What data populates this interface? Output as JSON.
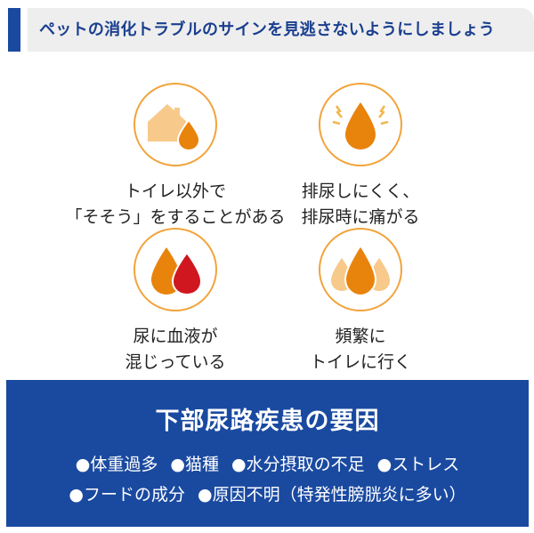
{
  "header": {
    "title": "ペットの消化トラブルのサインを見逃さないようにしましょう"
  },
  "signs": [
    {
      "icon": "house-drop-icon",
      "line1": "トイレ以外で",
      "line2": "「そそう」をすることがある"
    },
    {
      "icon": "pain-drop-icon",
      "line1": "排尿しにくく、",
      "line2": "排尿時に痛がる"
    },
    {
      "icon": "blood-drop-icon",
      "line1": "尿に血液が",
      "line2": "混じっている"
    },
    {
      "icon": "frequent-drops-icon",
      "line1": "頻繁に",
      "line2": "トイレに行く"
    }
  ],
  "causes": {
    "title": "下部尿路疾患の要因",
    "items_row1": [
      "●体重過多",
      "●猫種",
      "●水分摂取の不足",
      "●ストレス"
    ],
    "items_row2": [
      "●フードの成分",
      "●原因不明（特発性膀胱炎に多い）"
    ]
  },
  "colors": {
    "accent_blue": "#1a4aa0",
    "drop_orange": "#e8840c",
    "blood_red": "#d0161f",
    "light_orange": "#f7c98a"
  }
}
